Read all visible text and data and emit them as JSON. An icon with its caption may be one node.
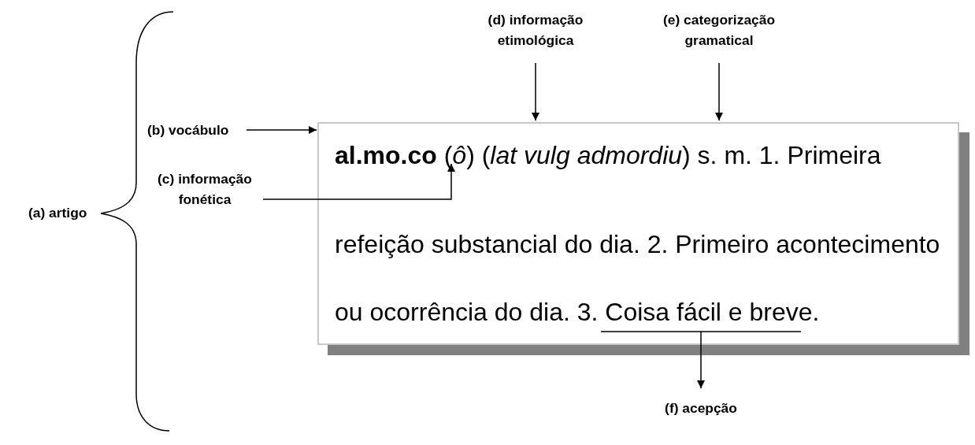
{
  "diagram": {
    "nodes": [
      {
        "text": [
          "**al.mo.co** (*ô*) (*lat vulg admordiu*) s. m. 1. Primeira",
          "refeição substancial do dia. 2. Primeiro acontecimento",
          "ou ocorrência do dia. 3. Coisa fácil e breve."
        ]
      },
      {
        "text": [
          "(b) vocábulo"
        ]
      },
      {
        "text": [
          "(c) informação fonética"
        ]
      },
      {
        "text": [
          "(d) informação etimológica"
        ]
      },
      {
        "text": [
          "(e) categorização gramatical"
        ]
      },
      {
        "text": [
          "(f) acepção"
        ]
      }
    ],
    "edges": [
      {
        "from": 1,
        "to": 0,
        "arrow": "to"
      },
      {
        "from": 2,
        "to": 0,
        "arrow": "to"
      },
      {
        "from": 3,
        "to": 0,
        "arrow": "to"
      },
      {
        "from": 4,
        "to": 0,
        "arrow": "to"
      },
      {
        "from": 0,
        "to": 5,
        "arrow": "to"
      }
    ],
    "labels": [
      "(a) artigo"
    ]
  }
}
